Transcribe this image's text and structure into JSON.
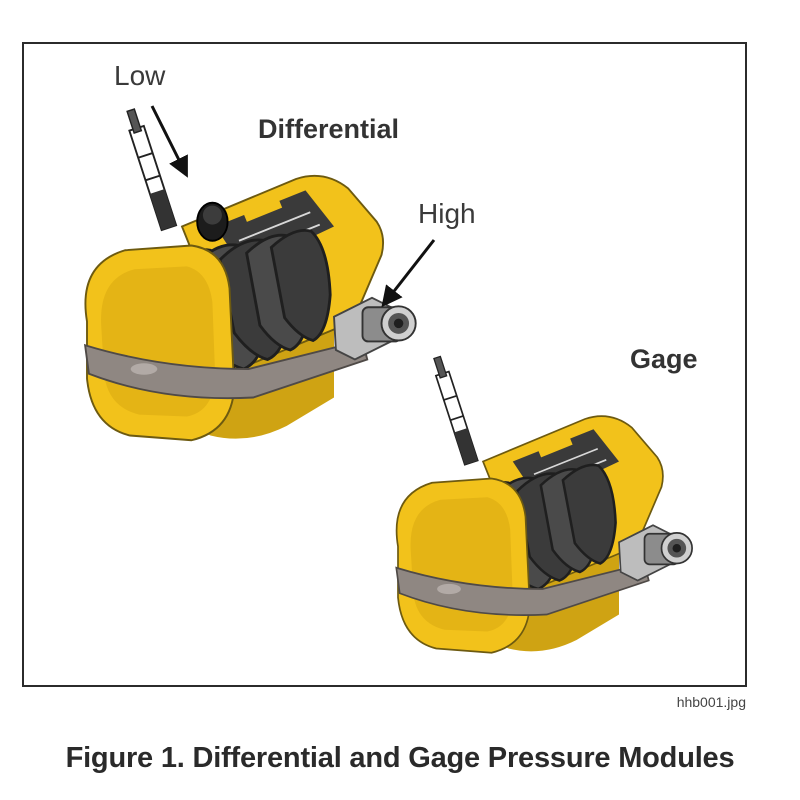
{
  "figure": {
    "callouts": {
      "low": "Low",
      "high": "High",
      "differential": "Differential",
      "gage": "Gage"
    },
    "file_id": "hhb001.jpg",
    "caption": "Figure 1. Differential and Gage Pressure Modules"
  },
  "colors": {
    "module_yellow": "#f2c21b",
    "module_dark_yellow": "#c99a10",
    "band_gray": "#8f8782",
    "fin_dark": "#2e2e2e",
    "metal_gray": "#b8b8b8"
  },
  "icons": {
    "differential_module": "differential-pressure-module-illustration",
    "gage_module": "gage-pressure-module-illustration"
  }
}
